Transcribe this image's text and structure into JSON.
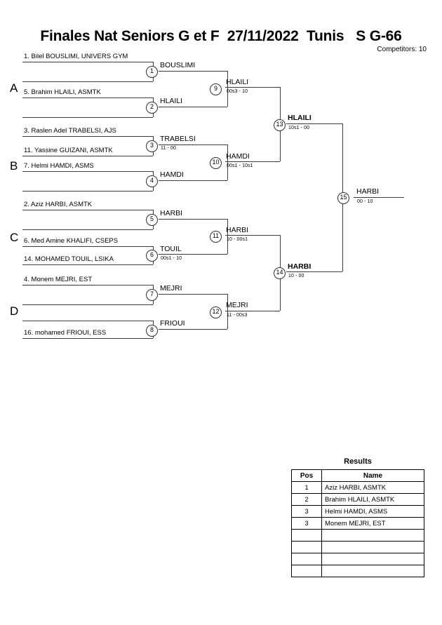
{
  "header": {
    "title": "Finales Nat Seniors G et F  27/11/2022  Tunis   S G-66",
    "competitors": "Competitors: 10"
  },
  "groups": [
    {
      "label": "A"
    },
    {
      "label": "B"
    },
    {
      "label": "C"
    },
    {
      "label": "D"
    }
  ],
  "round1": [
    {
      "match": "1",
      "top": "1. Bilel BOUSLIMI, UNIVERS GYM",
      "bottom": "",
      "winner": "BOUSLIMI",
      "score": ""
    },
    {
      "match": "2",
      "top": "5. Brahim HLAILI, ASMTK",
      "bottom": "",
      "winner": "HLAILI",
      "score": ""
    },
    {
      "match": "3",
      "top": "3. Raslen Adel TRABELSI, AJS",
      "bottom": "11. Yassine GUIZANI, ASMTK",
      "winner": "TRABELSI",
      "score": "11 - 00"
    },
    {
      "match": "4",
      "top": "7. Helmi HAMDI, ASMS",
      "bottom": "",
      "winner": "HAMDI",
      "score": ""
    },
    {
      "match": "5",
      "top": "2. Aziz HARBI, ASMTK",
      "bottom": "",
      "winner": "HARBI",
      "score": ""
    },
    {
      "match": "6",
      "top": "6. Med Amine KHALIFI, CSEPS",
      "bottom": "14. MOHAMED TOUIL, LSIKA",
      "winner": "TOUIL",
      "score": "00s1 - 10"
    },
    {
      "match": "7",
      "top": "4. Monem MEJRI, EST",
      "bottom": "",
      "winner": "MEJRI",
      "score": ""
    },
    {
      "match": "8",
      "top": "",
      "bottom": "16. mohamed FRIOUI, ESS",
      "winner": "FRIOUI",
      "score": ""
    }
  ],
  "round2": [
    {
      "match": "9",
      "winner": "HLAILI",
      "score": "00s3 - 10"
    },
    {
      "match": "10",
      "winner": "HAMDI",
      "score": "00s1 - 10s1"
    },
    {
      "match": "11",
      "winner": "HARBI",
      "score": "10 - 00s1"
    },
    {
      "match": "12",
      "winner": "MEJRI",
      "score": "11 - 00s3"
    }
  ],
  "round3": [
    {
      "match": "13",
      "winner": "HLAILI",
      "score": "10s1 - 00"
    },
    {
      "match": "14",
      "winner": "HARBI",
      "score": "10 - 00"
    }
  ],
  "final": {
    "match": "15",
    "winner": "HARBI",
    "score": "00 - 10"
  },
  "results": {
    "title": "Results",
    "columns": {
      "pos": "Pos",
      "name": "Name"
    },
    "rows": [
      {
        "pos": "1",
        "name": "Aziz HARBI, ASMTK"
      },
      {
        "pos": "2",
        "name": "Brahim HLAILI, ASMTK"
      },
      {
        "pos": "3",
        "name": "Helmi HAMDI, ASMS"
      },
      {
        "pos": "3",
        "name": "Monem MEJRI, EST"
      },
      {
        "pos": "",
        "name": ""
      },
      {
        "pos": "",
        "name": ""
      },
      {
        "pos": "",
        "name": ""
      },
      {
        "pos": "",
        "name": ""
      }
    ]
  }
}
